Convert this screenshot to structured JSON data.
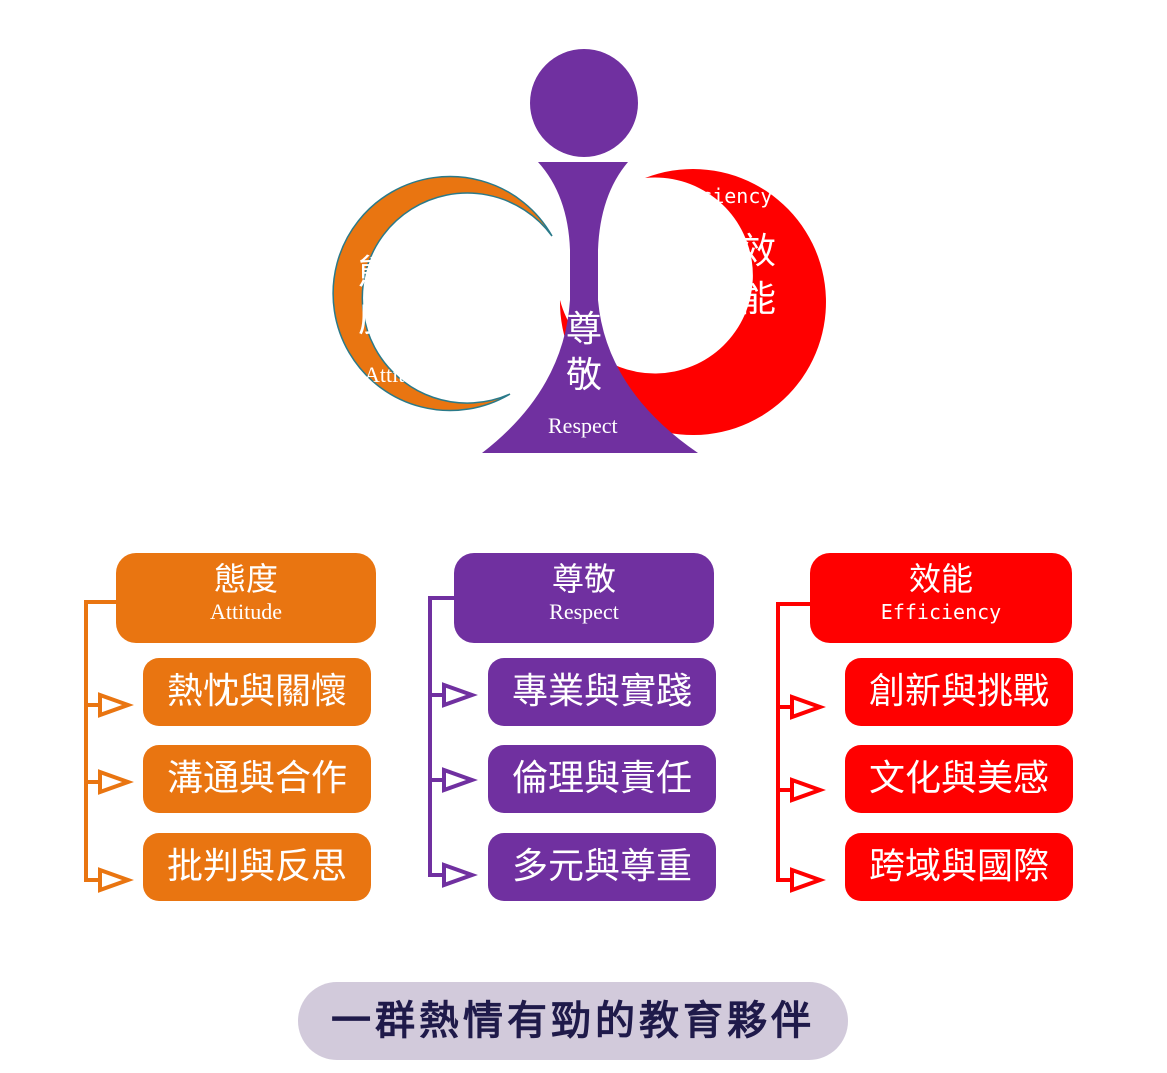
{
  "colors": {
    "attitude": "#e97511",
    "respect": "#7030a0",
    "efficiency": "#ff0000",
    "banner_bg": "#d2cadb",
    "banner_text": "#1f1a4a"
  },
  "logo": {
    "attitude_zh_line1": "態",
    "attitude_zh_line2": "度",
    "attitude_en": "Attitude",
    "respect_zh_line1": "尊",
    "respect_zh_line2": "敬",
    "respect_en": "Respect",
    "efficiency_en": "Efficiency",
    "efficiency_zh_line1": "效",
    "efficiency_zh_line2": "能"
  },
  "columns": [
    {
      "title_zh": "態度",
      "title_en": "Attitude",
      "items": [
        "熱忱與關懷",
        "溝通與合作",
        "批判與反思"
      ]
    },
    {
      "title_zh": "尊敬",
      "title_en": "Respect",
      "items": [
        "專業與實踐",
        "倫理與責任",
        "多元與尊重"
      ]
    },
    {
      "title_zh": "效能",
      "title_en": "Efficiency",
      "items": [
        "創新與挑戰",
        "文化與美感",
        "跨域與國際"
      ]
    }
  ],
  "banner": {
    "text": "一群熱情有勁的教育夥伴"
  }
}
